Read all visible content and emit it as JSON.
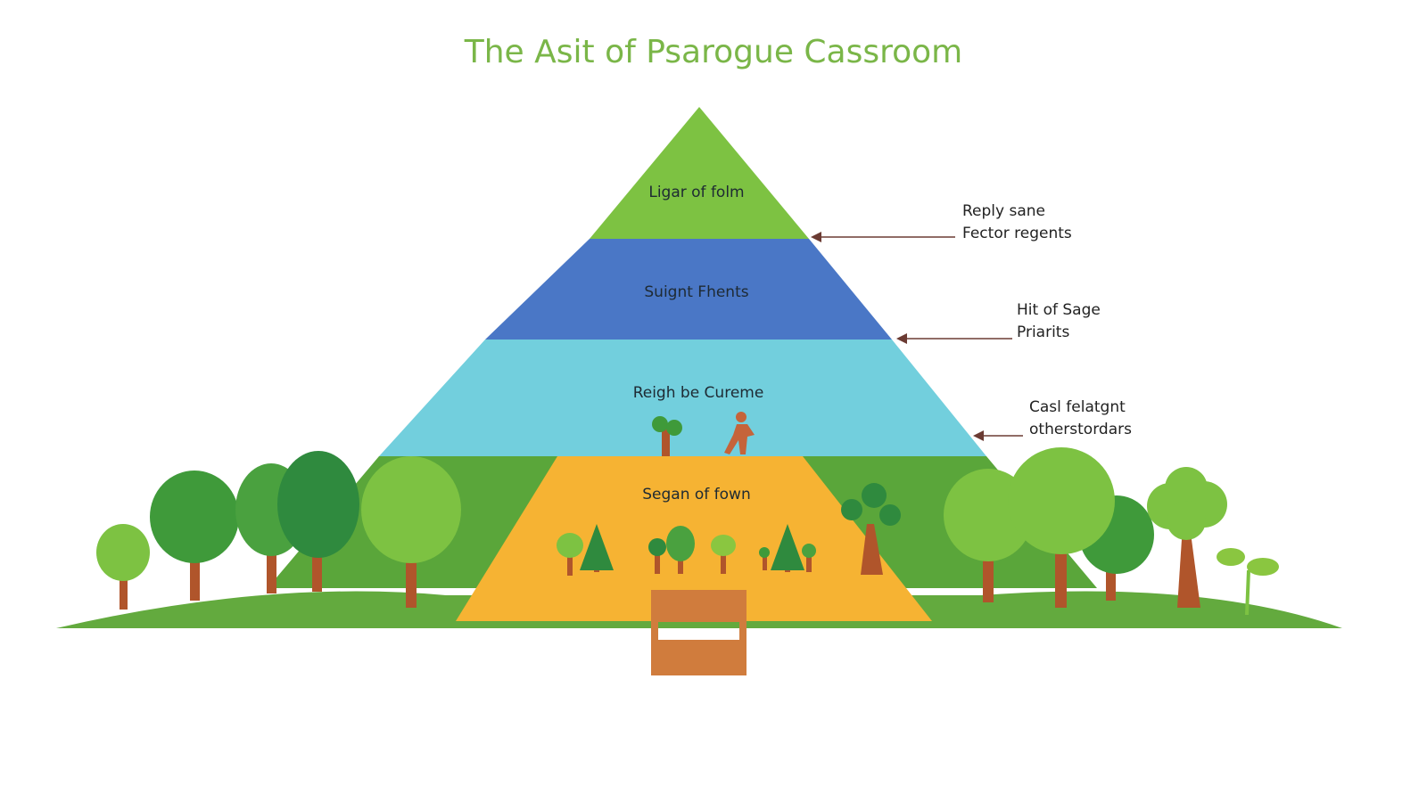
{
  "title": "The Asit of Psarogue Cassroom",
  "tiers": [
    {
      "label": "Ligar of folm",
      "color": "#7dc242"
    },
    {
      "label": "Suignt Fhents",
      "color": "#4a77c6"
    },
    {
      "label": "Reigh be Cureme",
      "color": "#72cfdd"
    },
    {
      "label": "Segan of fown",
      "color": "#f6b333"
    }
  ],
  "callouts": [
    {
      "line1": "Reply sane",
      "line2": "Fector regents"
    },
    {
      "line1": "Hit of Sage",
      "line2": "Priarits"
    },
    {
      "line1": "Casl felatgnt",
      "line2": "otherstordars"
    }
  ],
  "colors": {
    "ground": "#5aa63a",
    "grass": "#6aaa3f",
    "trunk": "#b0552b",
    "bench": "#d07c3d",
    "arrow": "#6b3b33",
    "title": "#7ab648"
  }
}
